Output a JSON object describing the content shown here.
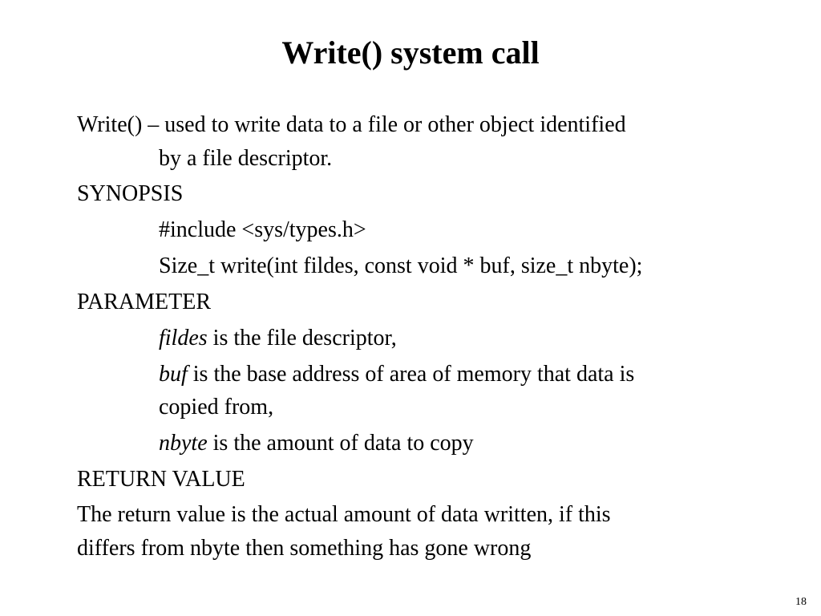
{
  "slide": {
    "title": "Write() system call",
    "page_number": "18",
    "description": {
      "line1": "Write() – used to write data to a file or other object identified",
      "line2": "by a file descriptor."
    },
    "synopsis": {
      "heading": "SYNOPSIS",
      "include": "#include <sys/types.h>",
      "signature": "Size_t write(int fildes, const void * buf, size_t nbyte);"
    },
    "parameter": {
      "heading": "PARAMETER",
      "fildes": {
        "name": "fildes",
        "text": " is the file descriptor,"
      },
      "buf": {
        "name": "buf",
        "text_line1": " is the base address of area of memory that data is",
        "text_line2": "copied from,"
      },
      "nbyte": {
        "name": "nbyte",
        "text": " is the amount of data to copy"
      }
    },
    "return_value": {
      "heading": "RETURN VALUE",
      "line1": "The return value is the actual amount of data written, if this",
      "line2": "differs from nbyte then something has gone wrong"
    }
  }
}
